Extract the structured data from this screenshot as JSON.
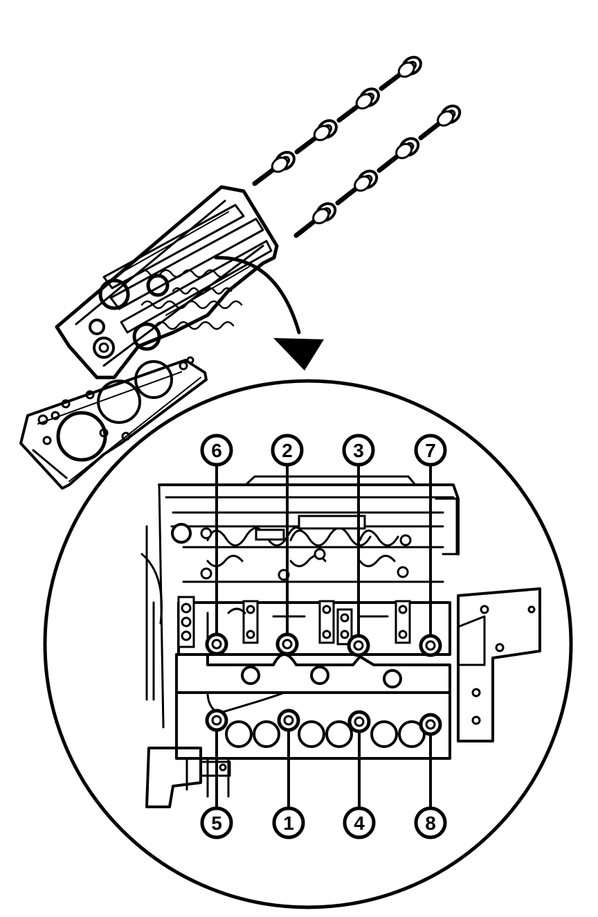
{
  "diagram": {
    "callouts": [
      {
        "label": "6"
      },
      {
        "label": "2"
      },
      {
        "label": "3"
      },
      {
        "label": "7"
      },
      {
        "label": "5"
      },
      {
        "label": "1"
      },
      {
        "label": "4"
      },
      {
        "label": "8"
      }
    ],
    "icons": {
      "bolts": "head-bolt-icon",
      "arrow": "curved-arrow-icon",
      "gasket": "head-gasket-icon",
      "cylinder_head": "cylinder-head-icon",
      "engine_block": "engine-block-detail-icon"
    }
  }
}
